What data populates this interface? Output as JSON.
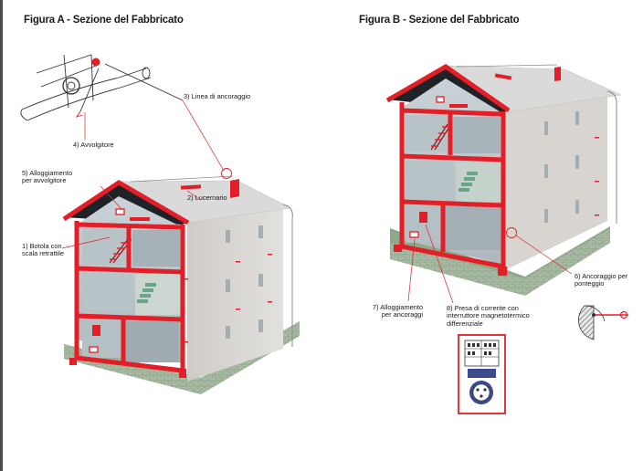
{
  "figure_a": {
    "title": "Figura A - Sezione del Fabbricato",
    "labels": {
      "linea": "3) Linea di ancoraggio",
      "avvolgitore": "4) Avvolgitore",
      "alloggiamento": "5) Alloggiamento\nper avvolgitore",
      "lucernario": "2) Lucernario",
      "botola": "1) Botola con\nscala retrattile"
    }
  },
  "figure_b": {
    "title": "Figura B - Sezione del Fabbricato",
    "labels": {
      "ancoraggio": "6) Ancoraggio per\nponteggio",
      "alloggiamento_ancoraggi": "7) Alloggiamento\nper ancoraggi",
      "presa": "8) Presa di corrente con\ninterruttore magnetotermico\ndifferenziale"
    }
  },
  "colors": {
    "structure": "#e41e26",
    "wall": "#d3d0cc",
    "roof": "#d9d9d9",
    "base": "#9cae98",
    "lawn": "#8fa88a"
  }
}
